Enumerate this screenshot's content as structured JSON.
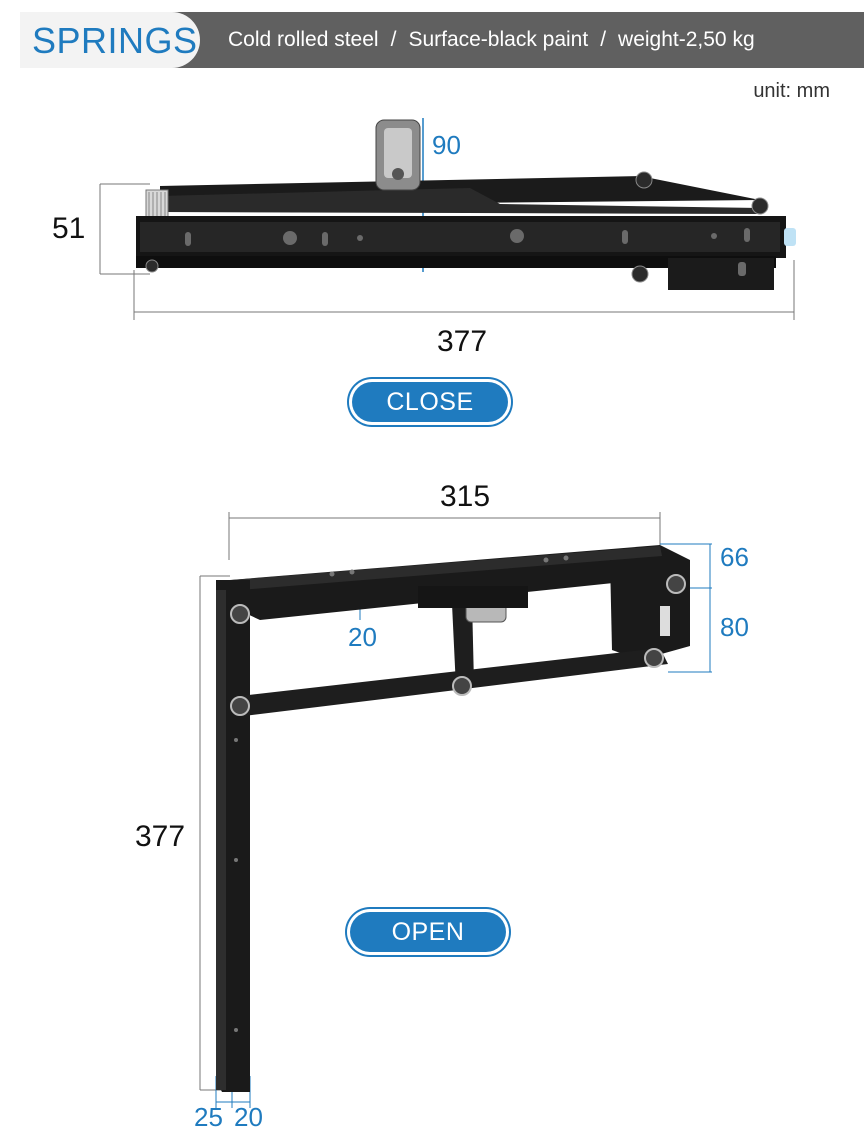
{
  "header": {
    "title": "SPRINGS",
    "specs": [
      "Cold rolled steel",
      "Surface-black paint",
      "weight-2,50 kg"
    ],
    "separator": "/"
  },
  "unit_label": "unit: mm",
  "closed": {
    "label": "CLOSE",
    "height_dim": "51",
    "length_dim": "377",
    "bracket_dim": "90"
  },
  "open": {
    "label": "OPEN",
    "width_dim": "315",
    "leg_dim": "377",
    "top_dim": "66",
    "side_dim": "80",
    "inner_dim": "20",
    "foot_dim_left": "25",
    "foot_dim_right": "20"
  },
  "colors": {
    "accent": "#1f7bbf",
    "header_bg": "#606060"
  }
}
